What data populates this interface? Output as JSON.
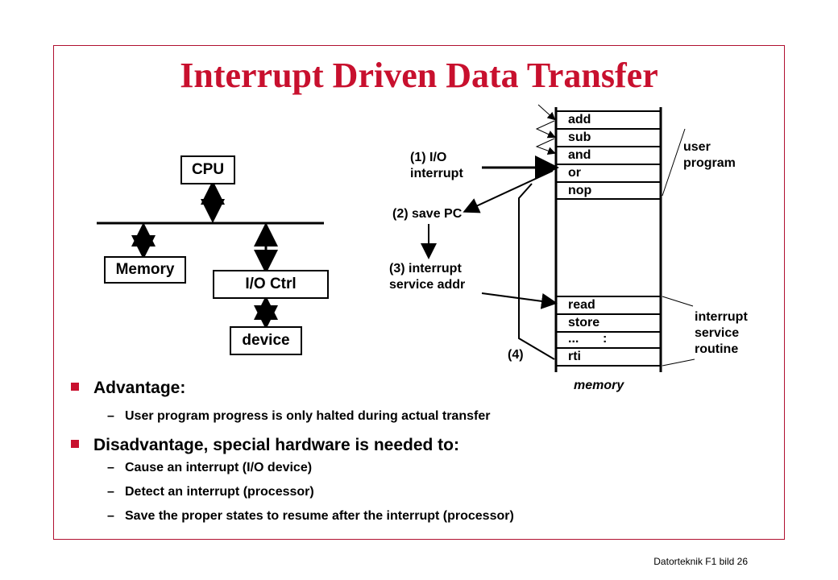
{
  "title": "Interrupt Driven Data Transfer",
  "left_diagram": {
    "cpu": "CPU",
    "memory": "Memory",
    "io_ctrl": "I/O Ctrl",
    "device": "device"
  },
  "memory_diagram": {
    "instructions_top": [
      "add",
      "sub",
      "and",
      "or",
      "nop"
    ],
    "instructions_bottom": [
      "read",
      "store",
      "...",
      "rti"
    ],
    "colon": ":",
    "caption": "memory",
    "user_program": "user\nprogram",
    "isr": "interrupt\nservice\nroutine",
    "step1": "(1) I/O\ninterrupt",
    "step2": "(2) save PC",
    "step3": "(3) interrupt\nservice addr",
    "step4": "(4)"
  },
  "bullets": {
    "advantage": "Advantage:",
    "advantage_items": [
      "User program progress is only halted during actual transfer"
    ],
    "disadvantage": "Disadvantage,  special hardware is needed to:",
    "disadvantage_items": [
      "Cause an interrupt (I/O device)",
      "Detect an interrupt (processor)",
      "Save the proper states to resume after the interrupt (processor)"
    ]
  },
  "footer": "Datorteknik F1 bild 26",
  "colors": {
    "accent": "#c8102e",
    "frame": "#b01030"
  }
}
